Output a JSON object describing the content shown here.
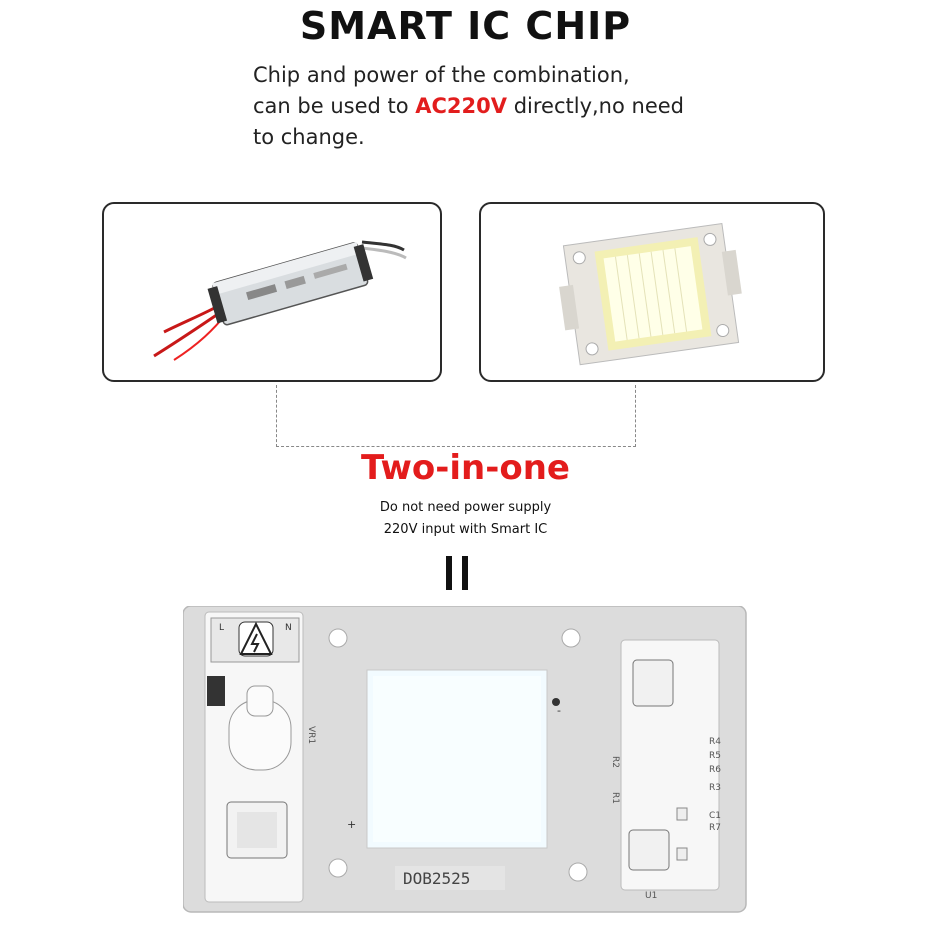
{
  "heading": {
    "title": "SMART IC CHIP",
    "line1": "Chip and power of the combination,",
    "line2_pre": "can be used to ",
    "line2_highlight": "AC220V",
    "line2_post": " directly,no need",
    "line3": "to change."
  },
  "middle": {
    "headline": "Two-in-one",
    "sub1": "Do not need power supply",
    "sub2": "220V input with Smart IC"
  },
  "board": {
    "label_l": "L",
    "label_n": "N",
    "model": "DOB2525",
    "vr1": "VR1",
    "r1": "R1",
    "r2": "R2",
    "r3": "R3",
    "r4": "R4",
    "r5": "R5",
    "r6": "R6",
    "c1": "C1",
    "r7": "R7",
    "u1": "U1",
    "plus": "+",
    "minus": "-"
  },
  "colors": {
    "accent_red": "#e21d1d",
    "board": "#dcdcdc",
    "led_face": "#f2fbff",
    "led_frame": "#f3f0b4"
  }
}
